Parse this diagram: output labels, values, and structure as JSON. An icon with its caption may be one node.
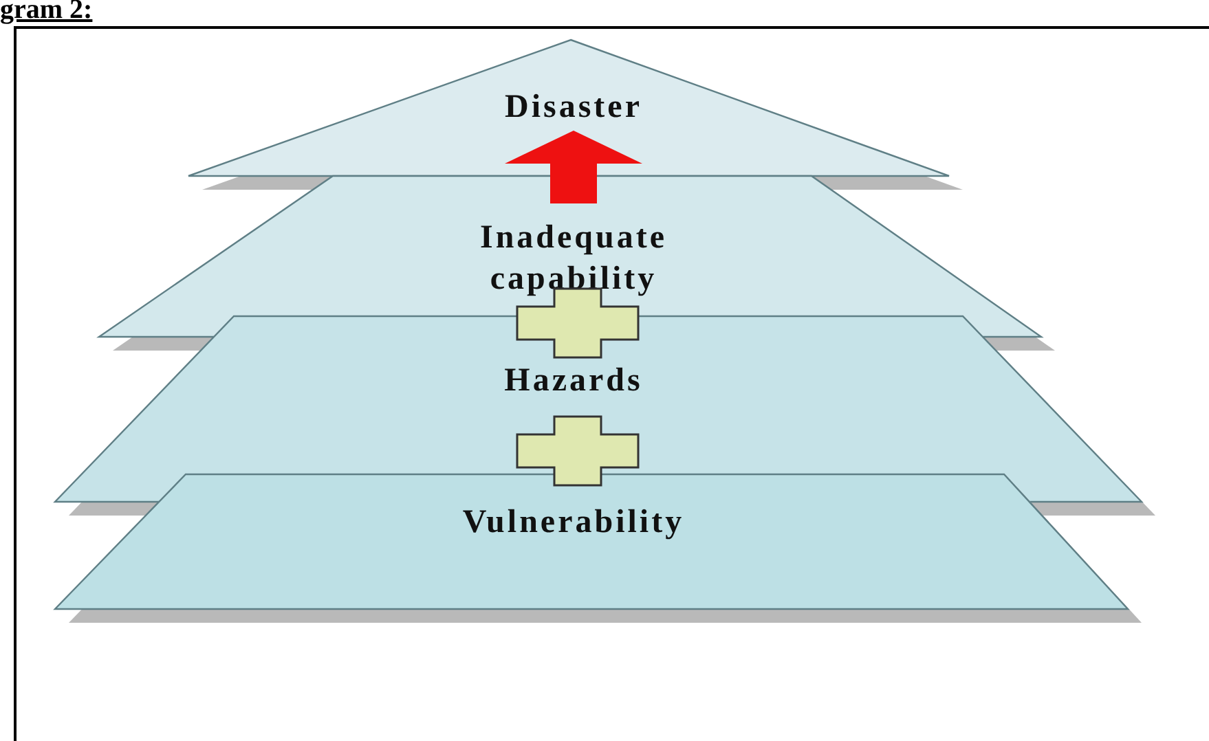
{
  "diagram": {
    "title": "gram 2:",
    "nodes": [
      {
        "text": [
          "Disaster"
        ]
      },
      {
        "text": [
          "Inadequate capability"
        ]
      },
      {
        "text": [
          "Hazards"
        ]
      },
      {
        "text": [
          "Vulnerability"
        ]
      }
    ],
    "edges": [
      {
        "from": 1,
        "to": 0,
        "arrow": "to"
      }
    ]
  }
}
